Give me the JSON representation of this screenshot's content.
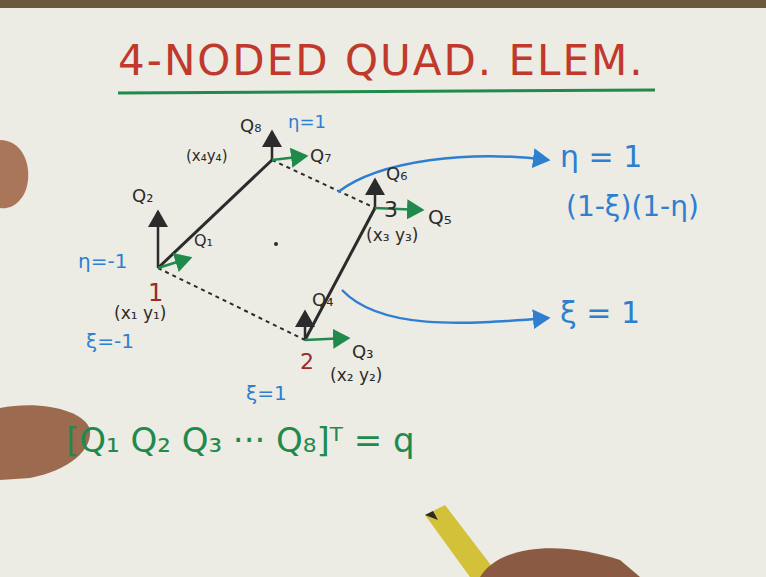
{
  "diagram": {
    "title": "4-NODED QUAD. ELEM.",
    "labels": [
      "Q₈",
      "η=1",
      "(x₄y₄)",
      "Q₇",
      "Q₆",
      "3",
      "Q₅",
      "(x₃ y₃)",
      "Q₂",
      "η=-1",
      "Q₁",
      "1",
      "(x₁ y₁)",
      "ξ=-1",
      "Q₄",
      "Q₃",
      "2",
      "(x₂ y₂)",
      "ξ=1",
      "η = 1",
      "(1-ξ)(1-η)",
      "ξ = 1",
      "[Q₁ Q₂ Q₃ ··· Q₈]ᵀ = q"
    ]
  }
}
